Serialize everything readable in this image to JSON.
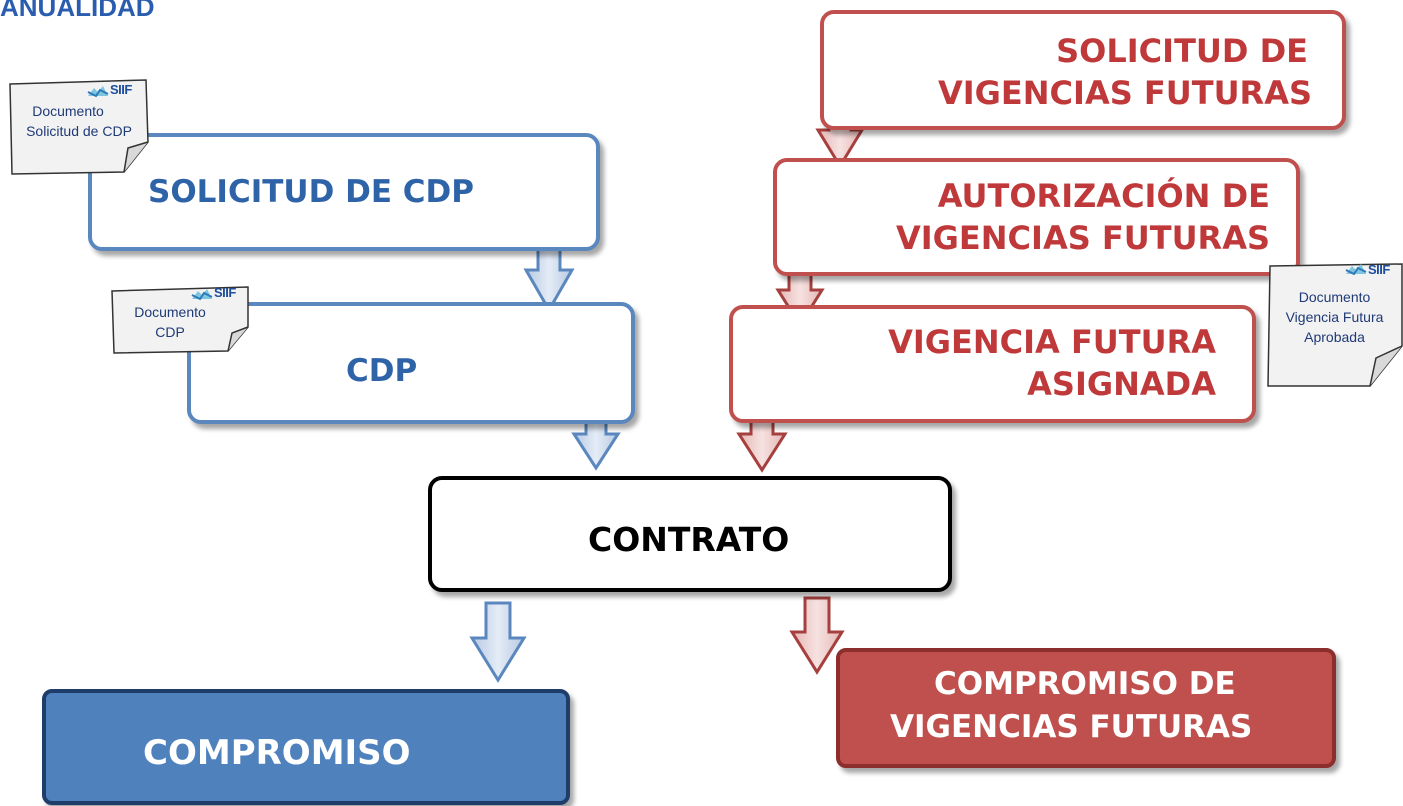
{
  "title": "ANUALIDAD",
  "blue_flow": {
    "solicitud_cdp": "SOLICITUD DE CDP",
    "cdp": "CDP",
    "compromiso": "COMPROMISO"
  },
  "center": {
    "contrato": "CONTRATO"
  },
  "red_flow": {
    "solicitud_vf": [
      "SOLICITUD DE",
      "VIGENCIAS FUTURAS"
    ],
    "autorizacion_vf": [
      "AUTORIZACIÓN DE",
      "VIGENCIAS FUTURAS"
    ],
    "vf_asignada": [
      "VIGENCIA FUTURA",
      "ASIGNADA"
    ],
    "compromiso_vf": [
      "COMPROMISO DE",
      "VIGENCIAS FUTURAS"
    ]
  },
  "documents": {
    "doc_solicitud_cdp": {
      "logo": "SIIF",
      "lines": [
        "Documento",
        "Solicitud de CDP"
      ]
    },
    "doc_cdp": {
      "logo": "SIIF",
      "lines": [
        "Documento",
        "CDP"
      ]
    },
    "doc_vf": {
      "logo": "SIIF",
      "lines": [
        "Documento",
        "Vigencia Futura",
        "Aprobada"
      ]
    }
  },
  "colors": {
    "blue": "#5b87bf",
    "red": "#c0504d",
    "black": "#000000",
    "blue_fill": "#4f81bd",
    "red_fill": "#c0504d"
  }
}
